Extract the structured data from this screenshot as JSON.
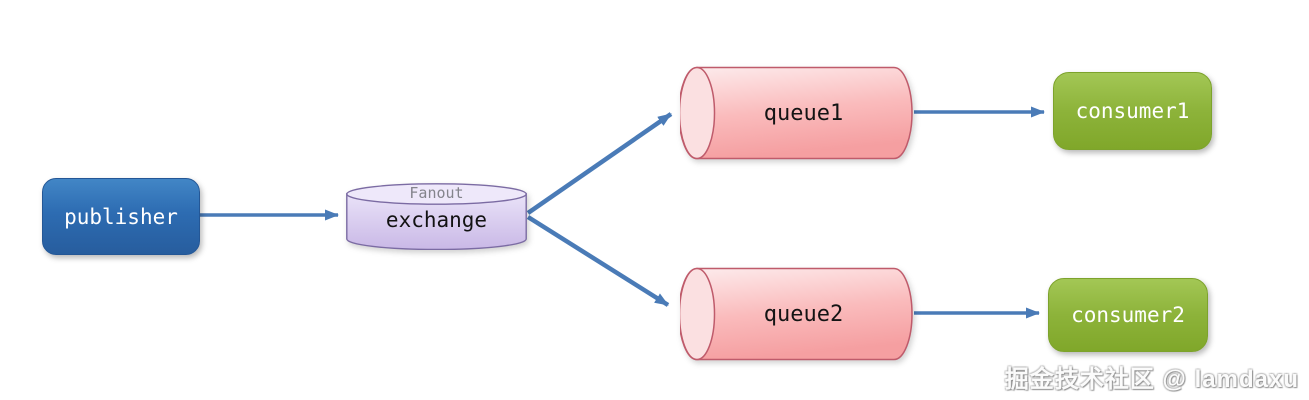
{
  "diagram": {
    "nodes": {
      "publisher": {
        "label": "publisher"
      },
      "exchange": {
        "type_label": "Fanout",
        "label": "exchange"
      },
      "queue1": {
        "label": "queue1"
      },
      "queue2": {
        "label": "queue2"
      },
      "consumer1": {
        "label": "consumer1"
      },
      "consumer2": {
        "label": "consumer2"
      }
    },
    "edges": [
      {
        "from": "publisher",
        "to": "exchange"
      },
      {
        "from": "exchange",
        "to": "queue1"
      },
      {
        "from": "exchange",
        "to": "queue2"
      },
      {
        "from": "queue1",
        "to": "consumer1"
      },
      {
        "from": "queue2",
        "to": "consumer2"
      }
    ],
    "colors": {
      "publisher_blue": "#2f6fb5",
      "exchange_purple": "#d5c7ee",
      "queue_pink": "#f9b4b6",
      "consumer_green": "#8db33a",
      "arrow_blue": "#4a7bb7"
    },
    "watermark": "掘金技术社区 @ lamdaxu"
  }
}
